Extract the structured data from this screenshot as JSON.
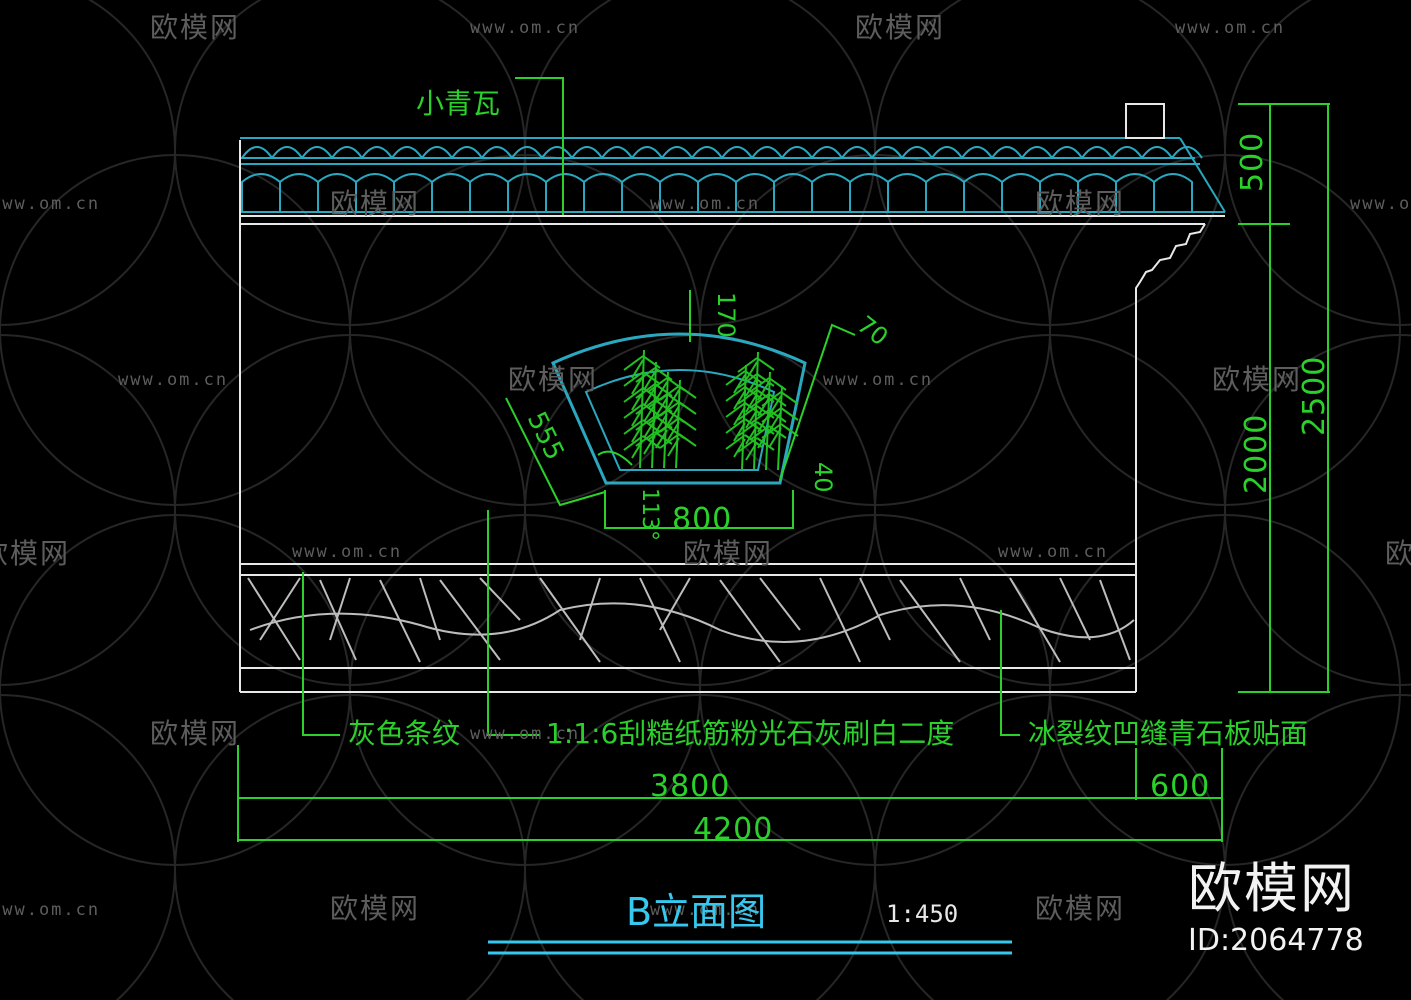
{
  "title": "B立面图",
  "scale": "1:450",
  "labels": {
    "roof_tile": "小青瓦",
    "gray_stripe": "灰色条纹",
    "plaster": "1:1:6刮糙纸筋粉光石灰刷白二度",
    "ice_crack": "冰裂纹凹缝青石板贴面"
  },
  "dimensions": {
    "width_main": "3800",
    "width_side": "600",
    "width_total": "4200",
    "height_roof": "500",
    "height_wall": "2000",
    "height_total": "2500",
    "window_width": "800",
    "window_side": "555",
    "window_top": "170",
    "window_corner_top": "70",
    "window_corner_bottom": "40",
    "window_angle": "113°"
  },
  "watermark": {
    "logo_text": "欧模网",
    "url": "www.om.cn",
    "id": "ID:2064778"
  },
  "colors": {
    "dimension": "#2bd12b",
    "roof_tile": "#2aa8c0",
    "outline": "#e8e8e8",
    "title": "#36c8ee",
    "plant": "#22c022"
  }
}
